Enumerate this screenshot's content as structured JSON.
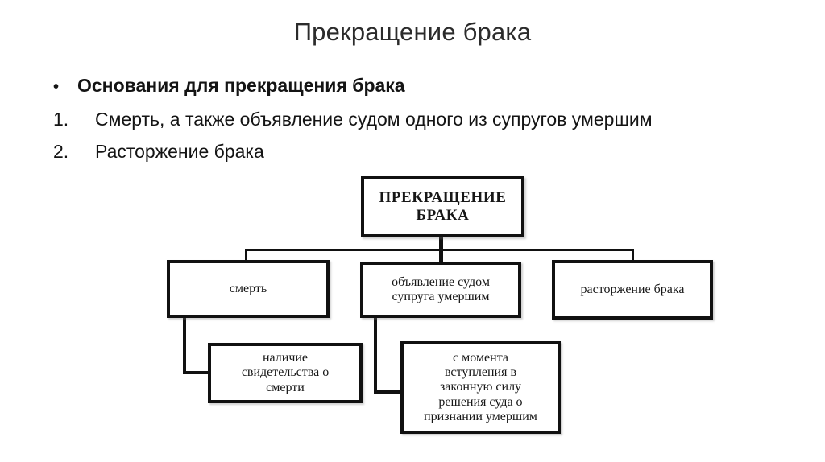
{
  "slide": {
    "title": "Прекращение брака",
    "background_color": "#ffffff",
    "text_color": "#141414",
    "line_color": "#111111"
  },
  "content": {
    "bullet": {
      "marker": "•",
      "text": "Основания для прекращения брака"
    },
    "items": [
      {
        "marker": "1.",
        "text": "Смерть, а также объявление судом одного из супругов умершим"
      },
      {
        "marker": "2.",
        "text": "Расторжение брака"
      }
    ]
  },
  "diagram": {
    "type": "tree",
    "root": {
      "label": "ПРЕКРАЩЕНИЕ БРАКА",
      "line1": "ПРЕКРАЩЕНИЕ",
      "line2": "БРАКА"
    },
    "children": [
      {
        "id": "death",
        "label": "смерть",
        "lines": [
          "смерть"
        ]
      },
      {
        "id": "declare",
        "label": "объявление судом супруга умершим",
        "lines": [
          "объявление судом",
          "супруга умершим"
        ]
      },
      {
        "id": "dissolve",
        "label": "расторжение брака",
        "lines": [
          "расторжение брака"
        ]
      }
    ],
    "leaves": [
      {
        "id": "certificate",
        "parent": "death",
        "label": "наличие свидетельства о смерти",
        "lines": [
          "наличие",
          "свидетельства о",
          "смерти"
        ]
      },
      {
        "id": "effect",
        "parent": "declare",
        "label": "с момента вступления в законную силу решения суда о признании умершим",
        "lines": [
          "с момента",
          "вступления в",
          "законную силу",
          "решения суда о",
          "признании умершим"
        ]
      }
    ]
  }
}
